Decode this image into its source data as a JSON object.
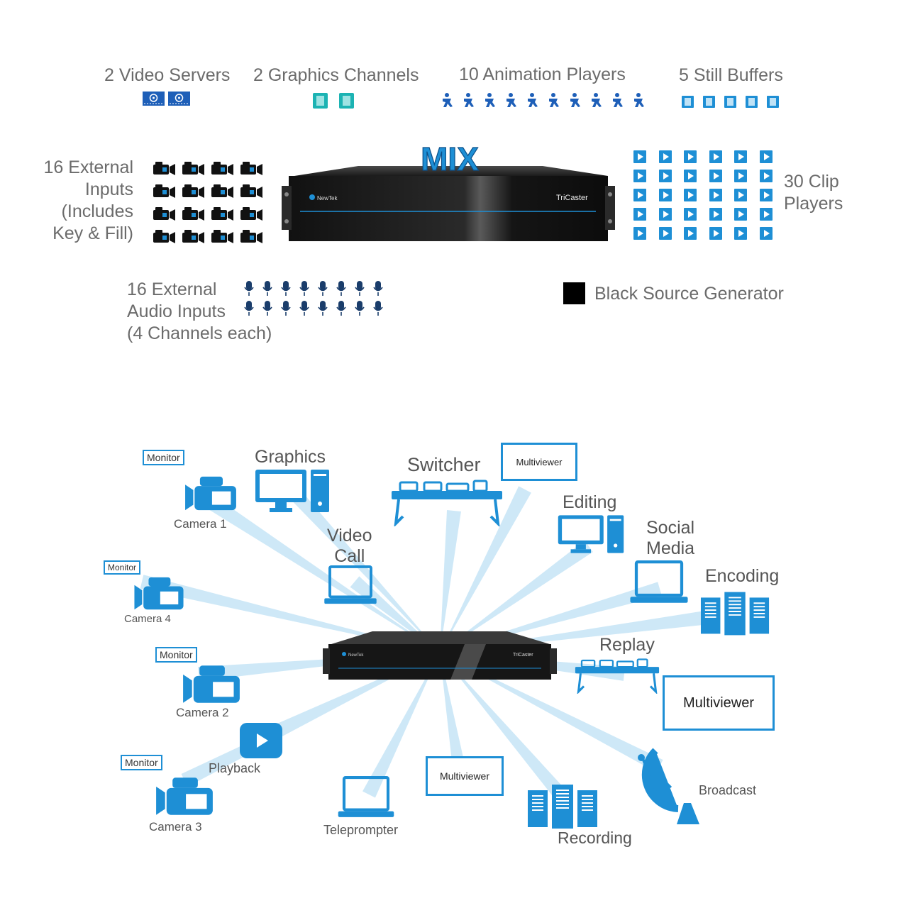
{
  "top": {
    "video_servers": "2 Video Servers",
    "graphics_channels": "2 Graphics Channels",
    "animation_players": "10 Animation Players",
    "still_buffers": "5 Still Buffers",
    "external_inputs": [
      "16 External",
      "Inputs",
      "(Includes",
      "Key & Fill)"
    ],
    "mix": "MIX",
    "clip_players": [
      "30 Clip",
      "Players"
    ],
    "audio_inputs": [
      "16 External",
      "Audio Inputs",
      "(4 Channels each)"
    ],
    "black_source": "Black Source Generator",
    "device_brand": "NewTek",
    "device_model": "TriCaster"
  },
  "diagram": {
    "monitor_1": "Monitor",
    "camera_1": "Camera 1",
    "graphics": "Graphics",
    "switcher": "Switcher",
    "multiviewer_top": "Multiviewer",
    "editing": "Editing",
    "video_call": [
      "Video",
      "Call"
    ],
    "social_media": [
      "Social",
      "Media"
    ],
    "encoding": "Encoding",
    "monitor_4": "Monitor",
    "camera_4": "Camera 4",
    "replay": "Replay",
    "monitor_2": "Monitor",
    "camera_2": "Camera 2",
    "multiviewer_right": "Multiviewer",
    "playback": "Playback",
    "monitor_3": "Monitor",
    "camera_3": "Camera 3",
    "multiviewer_bottom": "Multiviewer",
    "teleprompter": "Teleprompter",
    "recording": "Recording",
    "broadcast": "Broadcast"
  },
  "colors": {
    "accent": "#1e8fd5",
    "teal": "#1cb3b3",
    "dark": "#1a1a1a"
  }
}
